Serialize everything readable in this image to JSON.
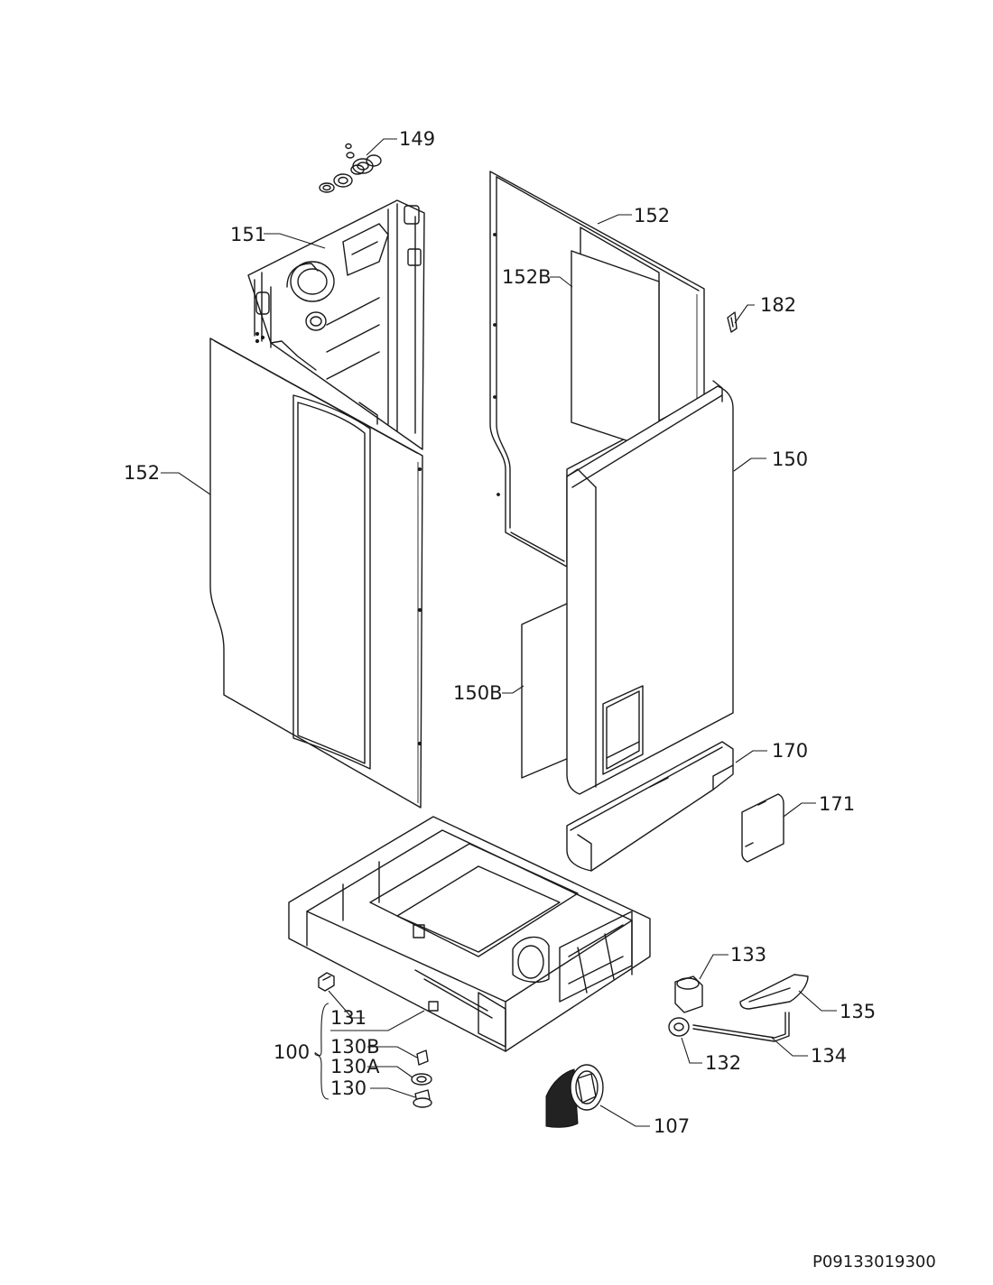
{
  "labels": {
    "p149": "149",
    "p151": "151",
    "p152_right": "152",
    "p152b": "152B",
    "p182": "182",
    "p152_left": "152",
    "p150": "150",
    "p150b": "150B",
    "p170": "170",
    "p171": "171",
    "p133": "133",
    "p135": "135",
    "p131": "131",
    "p100": "100",
    "p130b": "130B",
    "p130a": "130A",
    "p130": "130",
    "p132": "132",
    "p134": "134",
    "p107": "107"
  },
  "document_id": "P09133019300"
}
